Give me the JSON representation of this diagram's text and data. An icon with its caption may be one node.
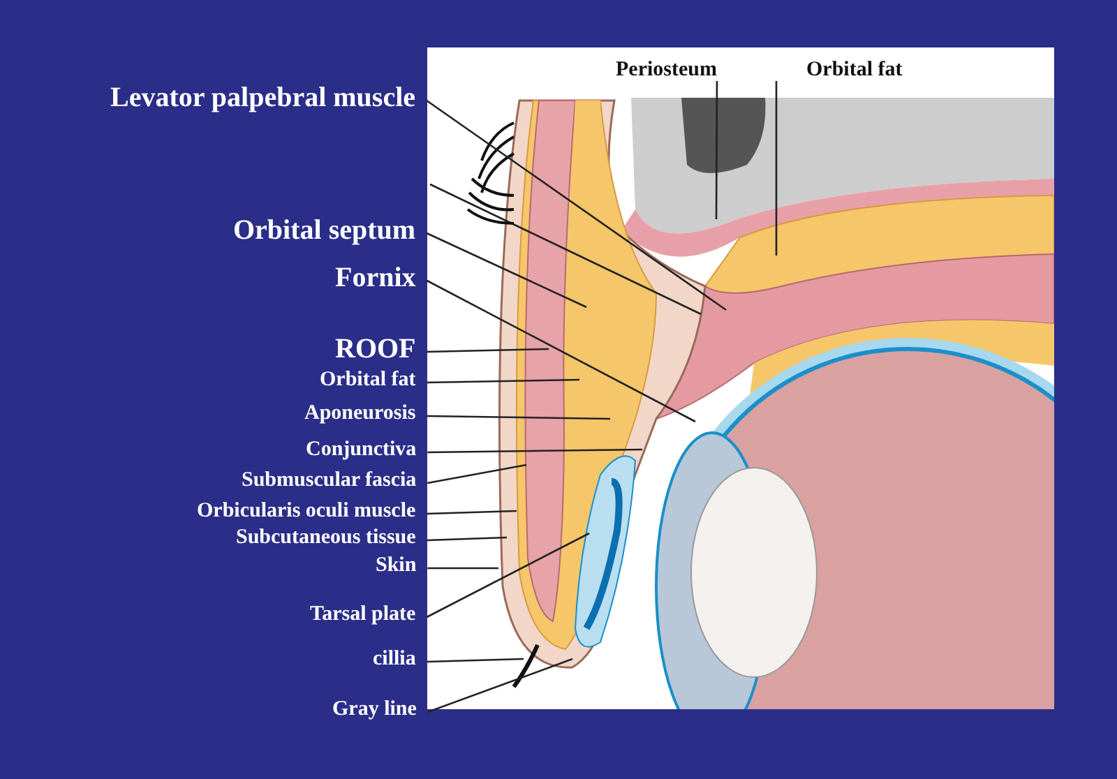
{
  "diagram": {
    "nodes": [
      {
        "text": [
          "Levator palpebral muscle"
        ]
      },
      {
        "text": [
          "Orbital septum"
        ]
      },
      {
        "text": [
          "Fornix"
        ]
      },
      {
        "text": [
          "ROOF"
        ]
      },
      {
        "text": [
          "Orbital fat"
        ]
      },
      {
        "text": [
          "Aponeurosis"
        ]
      },
      {
        "text": [
          "Conjunctiva"
        ]
      },
      {
        "text": [
          "Submuscular fascia"
        ]
      },
      {
        "text": [
          "Orbicularis oculi muscle"
        ]
      },
      {
        "text": [
          "Subcutaneous tissue"
        ]
      },
      {
        "text": [
          "Skin"
        ]
      },
      {
        "text": [
          "Tarsal plate"
        ]
      },
      {
        "text": [
          "cillia"
        ]
      },
      {
        "text": [
          "Gray line"
        ]
      },
      {
        "text": [
          "Periosteum"
        ]
      },
      {
        "text": [
          "Orbital fat"
        ]
      }
    ],
    "edges": [
      {
        "from": 0,
        "to": null,
        "arrow": "none"
      },
      {
        "from": 1,
        "to": null,
        "arrow": "none"
      },
      {
        "from": 2,
        "to": null,
        "arrow": "none"
      },
      {
        "from": 3,
        "to": null,
        "arrow": "none"
      },
      {
        "from": 4,
        "to": null,
        "arrow": "none"
      },
      {
        "from": 5,
        "to": null,
        "arrow": "none"
      },
      {
        "from": 6,
        "to": null,
        "arrow": "none"
      },
      {
        "from": 7,
        "to": null,
        "arrow": "none"
      },
      {
        "from": 8,
        "to": null,
        "arrow": "none"
      },
      {
        "from": 9,
        "to": null,
        "arrow": "none"
      },
      {
        "from": 10,
        "to": null,
        "arrow": "none"
      },
      {
        "from": 11,
        "to": null,
        "arrow": "none"
      },
      {
        "from": 12,
        "to": null,
        "arrow": "none"
      },
      {
        "from": 13,
        "to": null,
        "arrow": "none"
      },
      {
        "from": 14,
        "to": null,
        "arrow": "none"
      },
      {
        "from": 15,
        "to": null,
        "arrow": "none"
      }
    ]
  }
}
